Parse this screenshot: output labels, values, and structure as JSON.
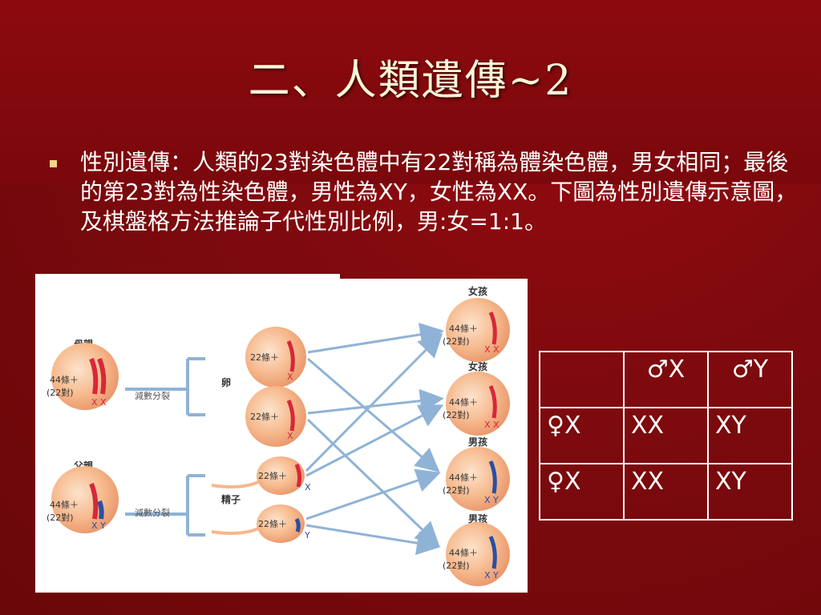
{
  "slide": {
    "title": "二、人類遺傳~2",
    "body": "性別遺傳：人類的23對染色體中有22對稱為體染色體，男女相同；最後的第23對為性染色體，男性為XY，女性為XX。下圖為性別遺傳示意圖，及棋盤格方法推論子代性別比例，男:女=1:1。"
  },
  "figure": {
    "mother_label": "母親",
    "father_label": "父親",
    "parent_chrom": "44條＋",
    "parent_pairs": "(22對)",
    "mother_sex": "X X",
    "father_sex": "X Y",
    "meiosis": "減數分裂",
    "egg_label": "卵",
    "sperm_label": "精子",
    "gamete_chrom": "22條＋",
    "x": "X",
    "y": "Y",
    "girl": "女孩",
    "boy": "男孩",
    "child_chrom": "44條＋",
    "child_pairs": "(22對)",
    "girl_sex": "X X",
    "boy_sex": "X Y"
  },
  "punnett": {
    "col1": "♂X",
    "col2": "♂Y",
    "row1": "♀X",
    "row2": "♀X",
    "r1c1": "XX",
    "r1c2": "XY",
    "r2c1": "XX",
    "r2c2": "XY"
  },
  "colors": {
    "background": "#7e0a0e",
    "title": "#fff6d9",
    "bullet": "#f3d78a",
    "cell": "#f5b98e",
    "arrow": "#8fb3d6",
    "chrom_x": "#d6283a",
    "chrom_y": "#2a4fa3"
  }
}
